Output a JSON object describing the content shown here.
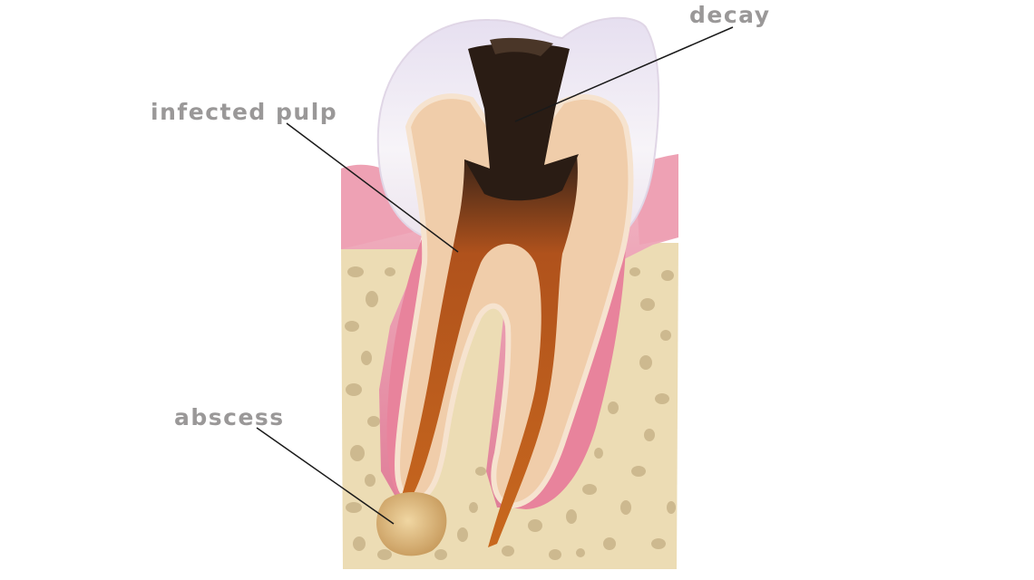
{
  "labels": {
    "decay": "decay",
    "infected_pulp": "infected pulp",
    "abscess": "abscess"
  },
  "colors": {
    "label_text": "#9a9898",
    "leader_line": "#1a1a1a",
    "bone": "#ecdcb4",
    "bone_pore": "#c9b48a",
    "gum": "#e892a6",
    "enamel": "#f3eef6",
    "dentin": "#f0cdaa",
    "decay": "#2a1c14",
    "infected_pulp": "#c4581c",
    "abscess": "#dcb77e"
  }
}
